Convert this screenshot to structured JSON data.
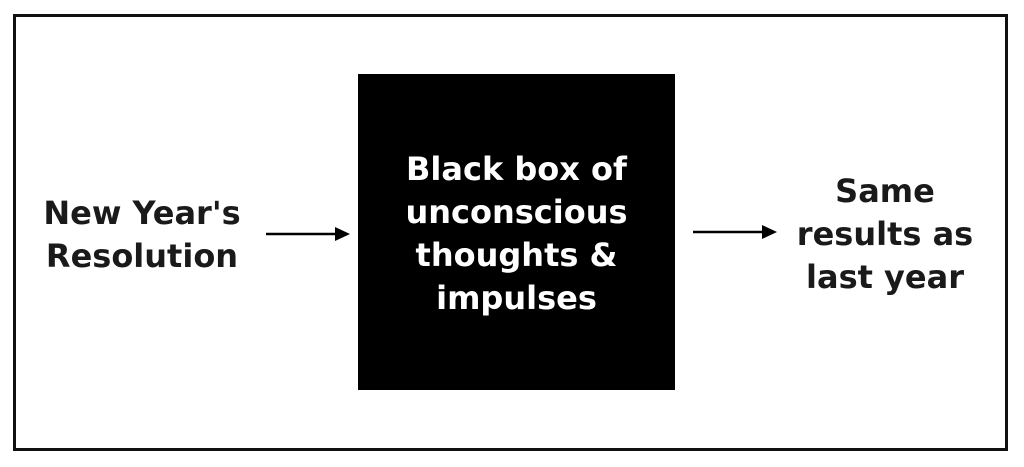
{
  "diagram": {
    "input": {
      "lines": [
        "New Year's",
        "Resolution"
      ]
    },
    "black_box": {
      "lines": [
        "Black box of",
        "unconscious",
        "thoughts &",
        "impulses"
      ]
    },
    "output": {
      "lines": [
        "Same",
        "results as",
        "last year"
      ]
    },
    "colors": {
      "box_fill": "#000000",
      "box_text": "#ffffff",
      "text": "#1a1a1a",
      "border": "#111111",
      "arrow": "#000000",
      "background": "#ffffff"
    }
  }
}
